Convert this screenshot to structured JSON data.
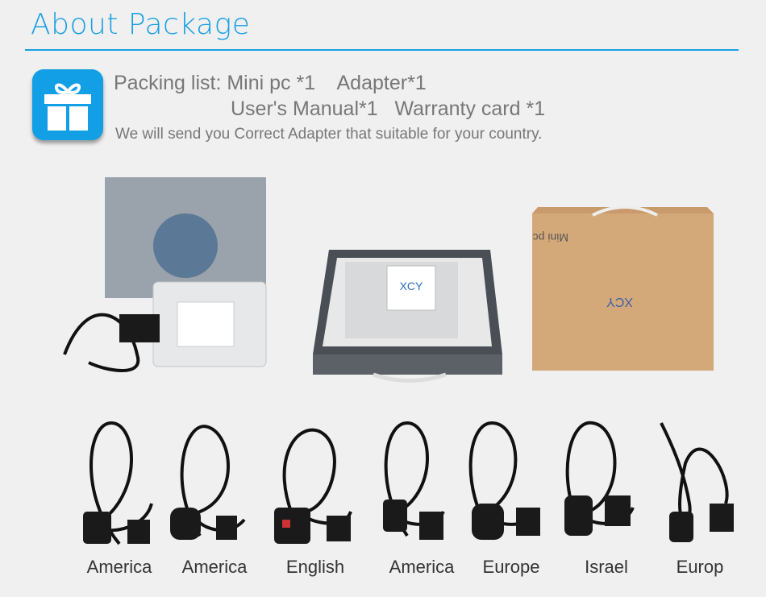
{
  "header": {
    "title": "About Package"
  },
  "packing": {
    "line1": "Packing list: Mini pc *1    Adapter*1",
    "line2": "User's Manual*1   Warranty card *1",
    "note": "We will send you Correct Adapter that suitable for your country."
  },
  "photos": {
    "box_label": "Mini pc",
    "brand": "XCY"
  },
  "cables": [
    {
      "label": "America"
    },
    {
      "label": "America"
    },
    {
      "label": "English"
    },
    {
      "label": "America"
    },
    {
      "label": "Europe"
    },
    {
      "label": "Israel"
    },
    {
      "label": "Europ"
    }
  ],
  "colors": {
    "accent": "#1a9fe3",
    "background": "#f0f0f0"
  }
}
